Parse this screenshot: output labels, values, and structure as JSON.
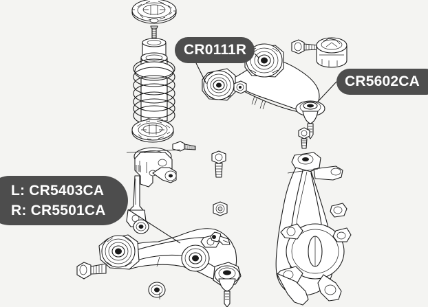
{
  "diagram": {
    "title": "Front suspension exploded parts diagram",
    "background_color": "#f4f4f2",
    "line_color": "#1a1a1a",
    "badge_color": "#4d4d4d",
    "badge_text_color": "#ffffff"
  },
  "labels": {
    "upper_arm_bushing": {
      "name": "upper-arm-bushing-label",
      "text": "CR0111R"
    },
    "upper_control_arm": {
      "name": "upper-control-arm-label",
      "text": "CR5602CA"
    },
    "lower_control_arm": {
      "name": "lower-control-arm-label",
      "left_text": "L: CR5403CA",
      "right_text": "R: CR5501CA"
    }
  },
  "parts": [
    {
      "name": "strut-top-mount-ring",
      "description": "Upper strut mount bearing ring"
    },
    {
      "name": "coil-spring-strut-assembly",
      "description": "Coil spring over shock absorber strut"
    },
    {
      "name": "lower-spring-seat-ring",
      "description": "Lower spring seat / insulator ring"
    },
    {
      "name": "strut-bracket",
      "description": "Strut lower mounting bracket"
    },
    {
      "name": "strut-bracket-bolt",
      "description": "Hex flange bolt for strut bracket"
    },
    {
      "name": "upper-control-arm",
      "description": "Upper control arm with two bushings and ball joint"
    },
    {
      "name": "upper-arm-bushing-front",
      "description": "Front bushing of upper control arm"
    },
    {
      "name": "upper-arm-bushing-rear",
      "description": "Rear bushing of upper control arm"
    },
    {
      "name": "upper-arm-ball-joint",
      "description": "Ball joint at outer end of upper control arm"
    },
    {
      "name": "upper-arm-nut",
      "description": "Small hex nut near upper arm"
    },
    {
      "name": "upper-arm-bolt",
      "description": "Bolt above upper control arm"
    },
    {
      "name": "upper-arm-bushing-cap",
      "description": "Cylindrical bushing cap component"
    },
    {
      "name": "lower-control-arm",
      "description": "Lower control arm with large bushing and ball joint"
    },
    {
      "name": "lower-arm-front-bushing",
      "description": "Large front bushing of lower control arm"
    },
    {
      "name": "lower-arm-rear-bushing",
      "description": "Rear bushing of lower control arm"
    },
    {
      "name": "lower-arm-ball-joint",
      "description": "Ball joint at outer end of lower control arm"
    },
    {
      "name": "lower-arm-through-bolt",
      "description": "Long through bolt for lower arm bushing"
    },
    {
      "name": "lower-arm-bolt-upper",
      "description": "Hex flange bolt above lower arm"
    },
    {
      "name": "lower-arm-nut",
      "description": "Hex nut for lower arm fastener"
    },
    {
      "name": "lower-arm-washer",
      "description": "Small washer / spacer below lower arm"
    },
    {
      "name": "wheel-speed-sensor",
      "description": "Small sensor or clip component"
    },
    {
      "name": "steering-knuckle",
      "description": "Steering knuckle / hub carrier"
    },
    {
      "name": "knuckle-top-bolt",
      "description": "Bolt above steering knuckle"
    }
  ]
}
